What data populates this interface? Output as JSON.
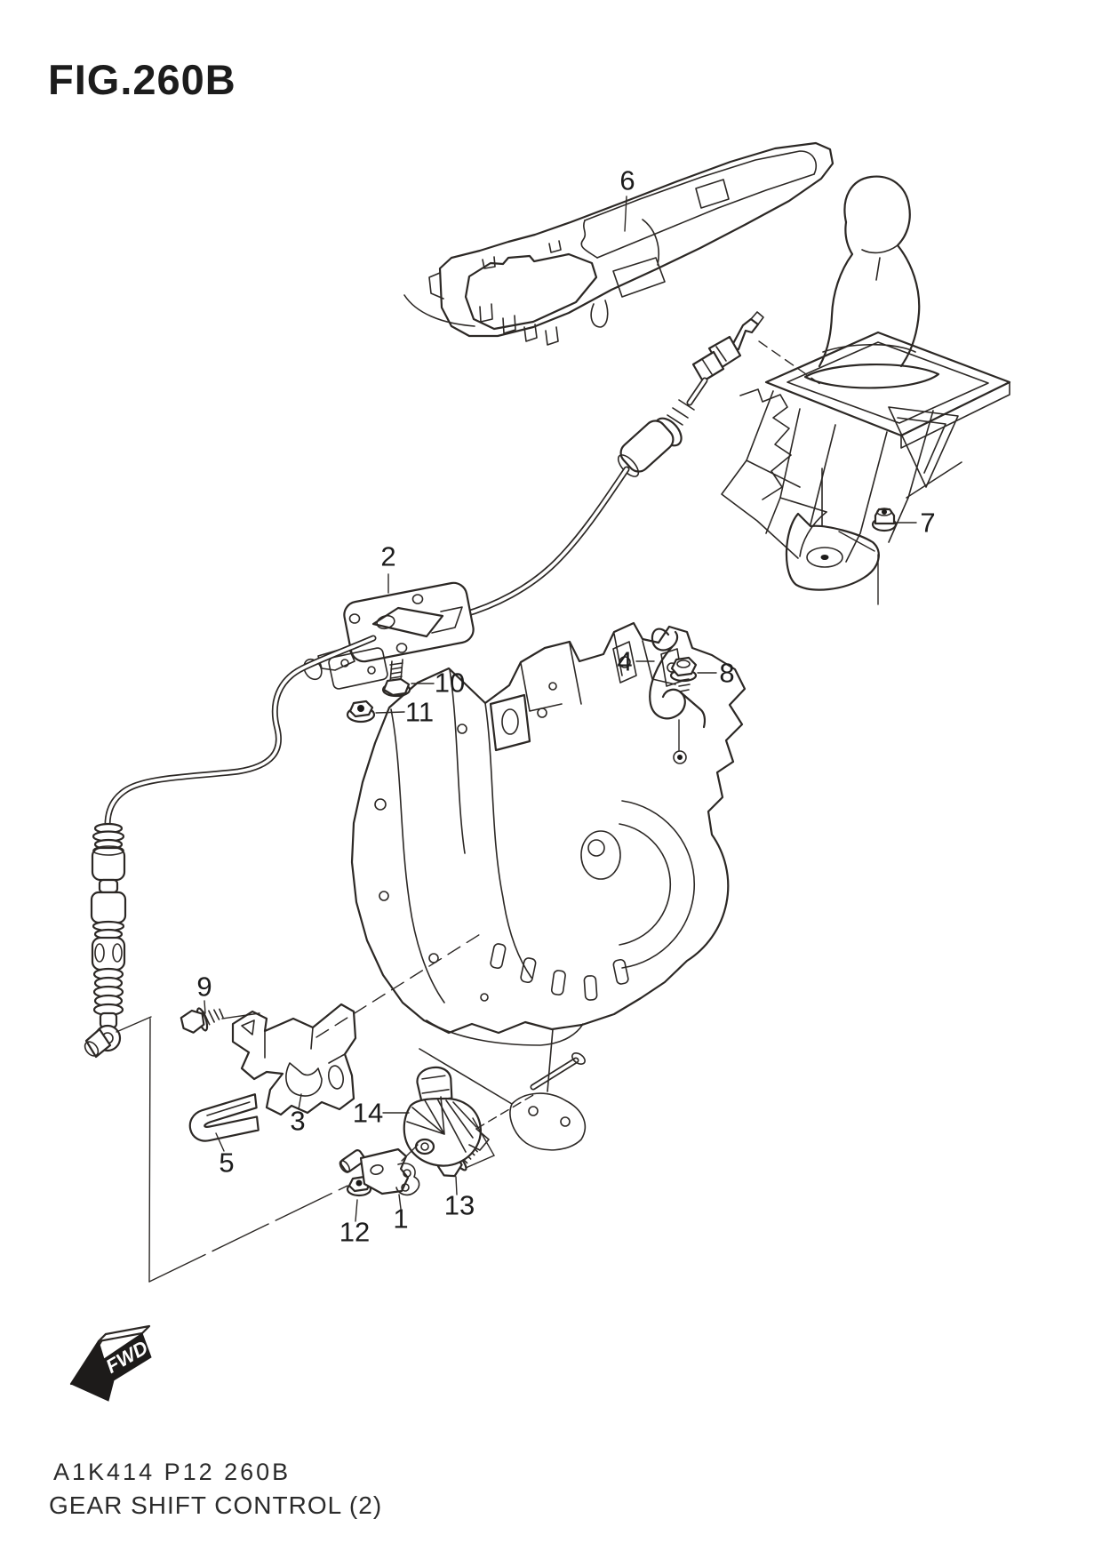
{
  "figure": {
    "title": "FIG.260B",
    "part_code": "A1K414 P12 260B",
    "caption": "GEAR SHIFT CONTROL (2)",
    "fwd_label": "FWD"
  },
  "diagram": {
    "description": "Exploded parts diagram: automatic transaxle gear shift control — console opening trim, shift lever assembly, shift control cable, transaxle case, shift switch and fasteners",
    "parts": [
      {
        "ref": "1"
      },
      {
        "ref": "2"
      },
      {
        "ref": "3"
      },
      {
        "ref": "4"
      },
      {
        "ref": "5"
      },
      {
        "ref": "6"
      },
      {
        "ref": "7"
      },
      {
        "ref": "8"
      },
      {
        "ref": "9"
      },
      {
        "ref": "10"
      },
      {
        "ref": "11"
      },
      {
        "ref": "12"
      },
      {
        "ref": "13"
      },
      {
        "ref": "14"
      }
    ]
  },
  "colors": {
    "line": "#2c2825",
    "background": "#ffffff",
    "fwd_arrow": "#1d1b1a"
  }
}
